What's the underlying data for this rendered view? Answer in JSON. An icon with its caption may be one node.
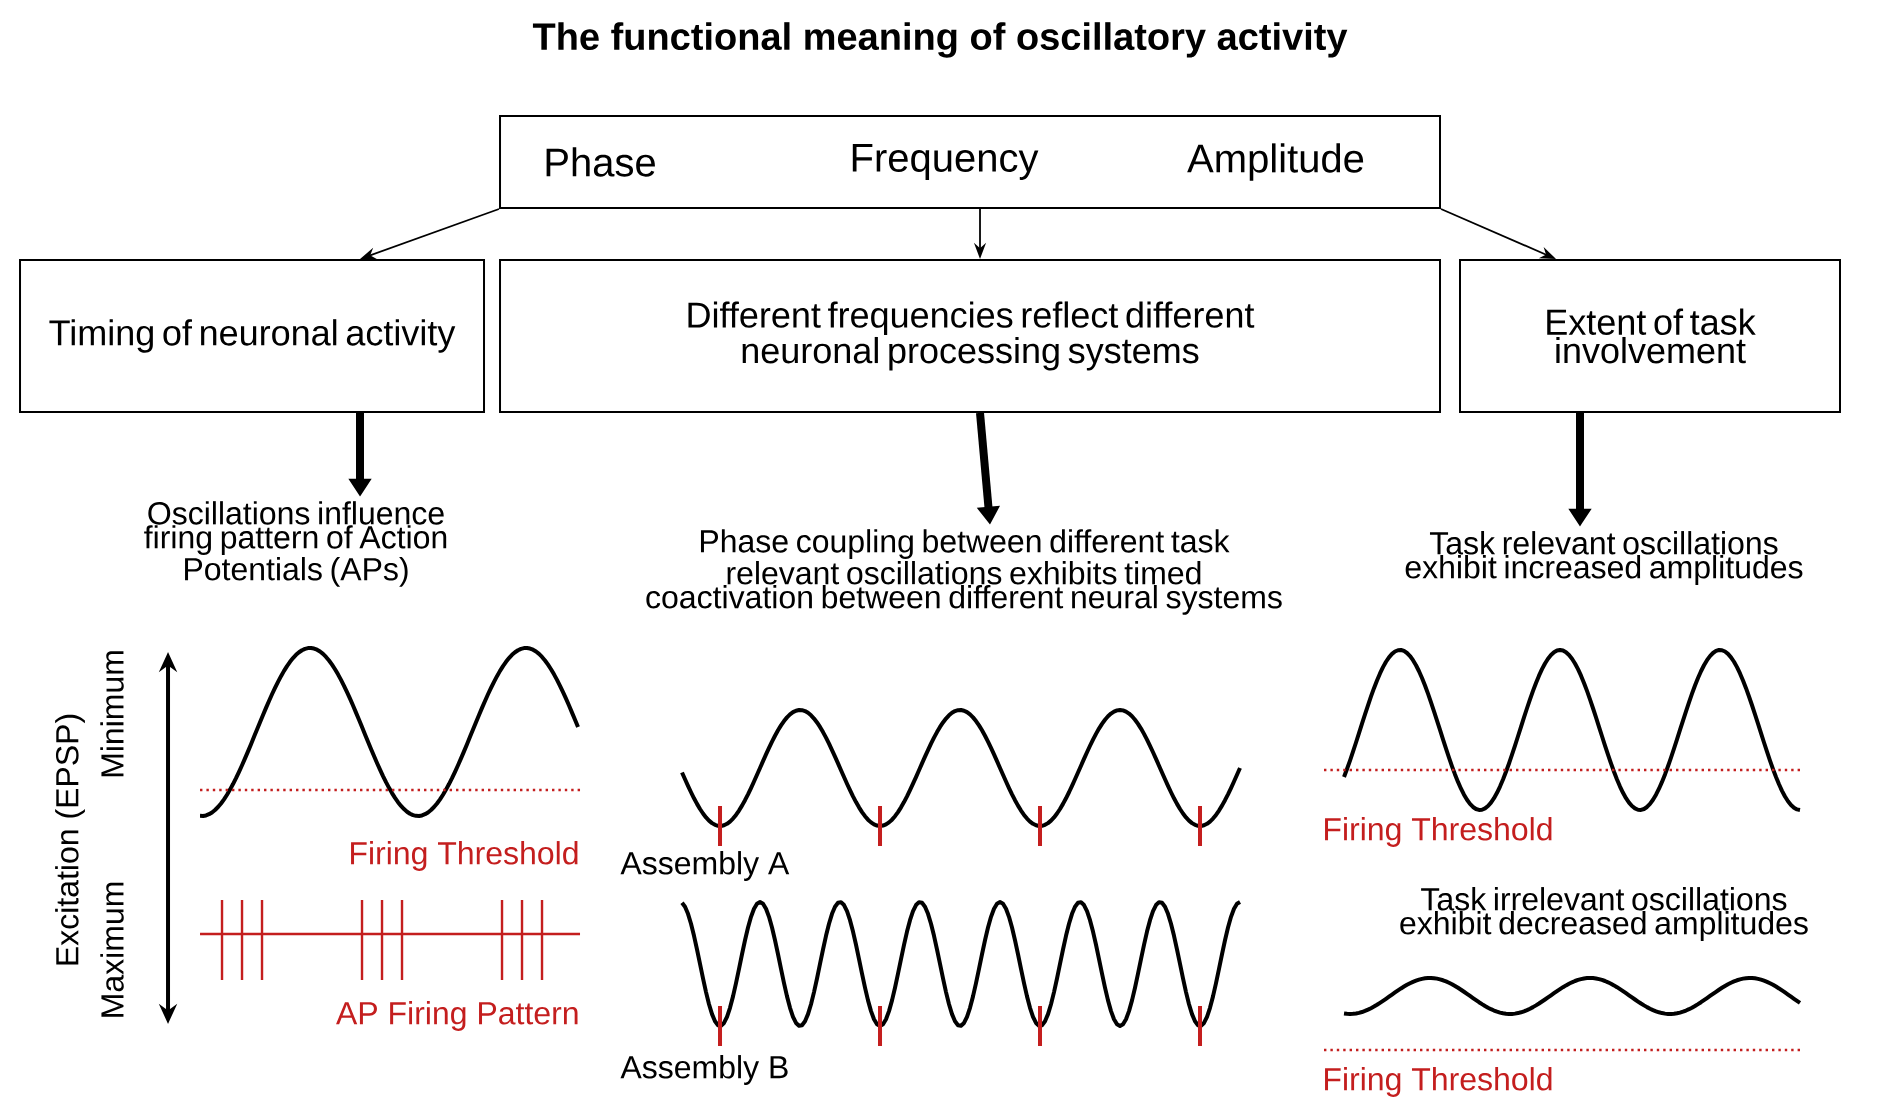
{
  "diagram": {
    "title": "The functional meaning of oscillatory activity",
    "nodes": [
      {
        "text": [
          "Phase",
          "Frequency",
          "Amplitude"
        ]
      },
      {
        "text": [
          "Timing of neuronal activity"
        ]
      },
      {
        "text": [
          "Different frequencies reflect different neuronal processing systems"
        ]
      },
      {
        "text": [
          "Extent of task involvement"
        ]
      },
      {
        "text": [
          "Oscillations influence firing pattern of Action Potentials (APs)"
        ]
      },
      {
        "text": [
          "Phase coupling between different task relevant oscillations exhibits timed coactivation between different neural systems"
        ]
      },
      {
        "text": [
          "Task relevant oscillations exhibit increased amplitudes"
        ]
      }
    ],
    "edges": [
      {
        "from": 0,
        "to": 1,
        "arrow": "to"
      },
      {
        "from": 0,
        "to": 2,
        "arrow": "to"
      },
      {
        "from": 0,
        "to": 3,
        "arrow": "to"
      },
      {
        "from": 1,
        "to": 4,
        "arrow": "to",
        "style": "thick"
      },
      {
        "from": 2,
        "to": 5,
        "arrow": "to",
        "style": "thick"
      },
      {
        "from": 3,
        "to": 6,
        "arrow": "to",
        "style": "thick"
      }
    ],
    "labels": [
      "Excitation (EPSP)",
      "Minimum",
      "Maximum",
      "Firing Threshold",
      "AP Firing Pattern",
      "Assembly A",
      "Assembly B",
      "Firing Threshold",
      "Task irrelevant oscillations exhibit decreased amplitudes",
      "Firing Threshold"
    ]
  }
}
